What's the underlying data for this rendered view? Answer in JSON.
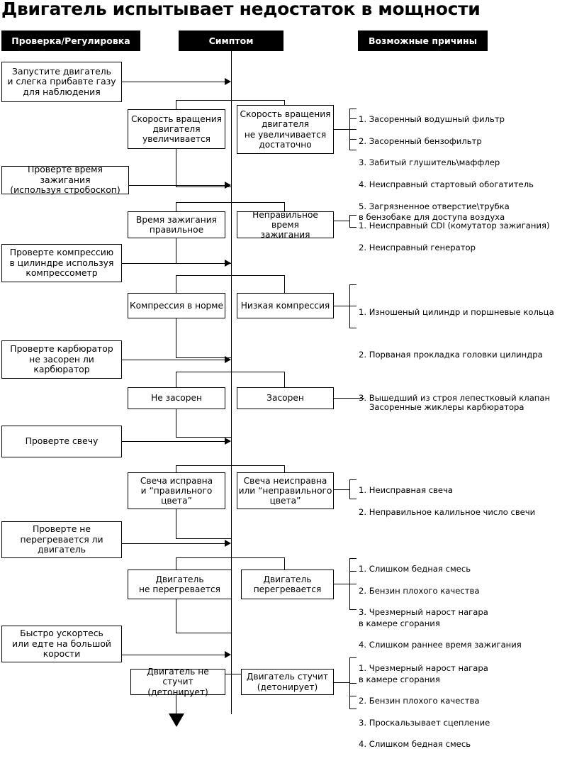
{
  "title": "Двигатель испытывает недостаток в мощности",
  "headers": [
    {
      "label": "Проверка/Регулировка",
      "name": "header-check-adjust"
    },
    {
      "label": "Симптом",
      "name": "header-symptom"
    },
    {
      "label": "Возможные причины",
      "name": "header-possible-causes"
    }
  ],
  "sections": [
    {
      "check": "Запустите двигатель\nи слегка прибавте газу\nдля наблюдения",
      "symptom_ok": "Скорость вращения\nдвигателя\nувеличивается",
      "symptom_bad": "Скорость вращения\nдвигателя\nне увеличивается\nдостаточно",
      "causes": [
        "1. Засоренный водушный фильтр",
        "2. Засоренный бензофильтр",
        "3. Забитый глушитель\\маффлер",
        "4. Неисправный стартовый обогатитель",
        "5. Загрязненное отверстие\\трубка\n     в бензобаке для доступа воздуха"
      ]
    },
    {
      "check": "Проверте время зажигания\n(используя стробоскоп)",
      "symptom_ok": "Время зажигания\nправильное",
      "symptom_bad": "Неправильное время\nзажигания",
      "causes": [
        "1. Неисправный CDI (комутатор зажигания)",
        "2. Неисправный генератор"
      ]
    },
    {
      "check": "Проверте компрессию\nв цилиндре используя\nкомпрессометр",
      "symptom_ok": "Компрессия в норме",
      "symptom_bad": "Низкая компрессия",
      "causes": [
        "1. Изношеный цилиндр и поршневые кольца",
        "2. Порваная прокладка головки цилиндра",
        "3. Вышедший из строя лепестковый клапан"
      ]
    },
    {
      "check": "Проверте карбюратор\nне засорен ли\nкарбюратор",
      "symptom_ok": "Не засорен",
      "symptom_bad": "Засорен",
      "causes": [
        "Засоренные жиклеры карбюратора"
      ]
    },
    {
      "check": "Проверте свечу",
      "symptom_ok": "Свеча исправна\nи “правильного\nцвета”",
      "symptom_bad": "Свеча неисправна\nили “неправильного\nцвета”",
      "causes": [
        "1. Неисправная свеча",
        "2. Неправильное калильное число свечи"
      ]
    },
    {
      "check": "Проверте не\nперегревается ли\nдвигатель",
      "symptom_ok": "Двигатель\nне перегревается",
      "symptom_bad": "Двигатель\nперегревается",
      "causes": [
        "1. Слишком бедная смесь",
        "2. Бензин плохого качества",
        "3. Чрезмерный нарост нагара\n     в камере сгорания",
        "4. Слишком раннее время зажигания"
      ]
    },
    {
      "check": "Быстро ускортесь\nили едте на большой\nкорости",
      "symptom_ok": "Двигатель не стучит\n(детонирует)",
      "symptom_bad": "Двигатель стучит\n(детонирует)",
      "causes": [
        "1. Чрезмерный нарост нагара\n     в камере сгорания",
        "2. Бензин плохого качества",
        "3. Проскальзывает сцепление",
        "4. Слишком бедная смесь"
      ]
    }
  ],
  "colors": {
    "ink": "#000000",
    "paper": "#ffffff"
  }
}
